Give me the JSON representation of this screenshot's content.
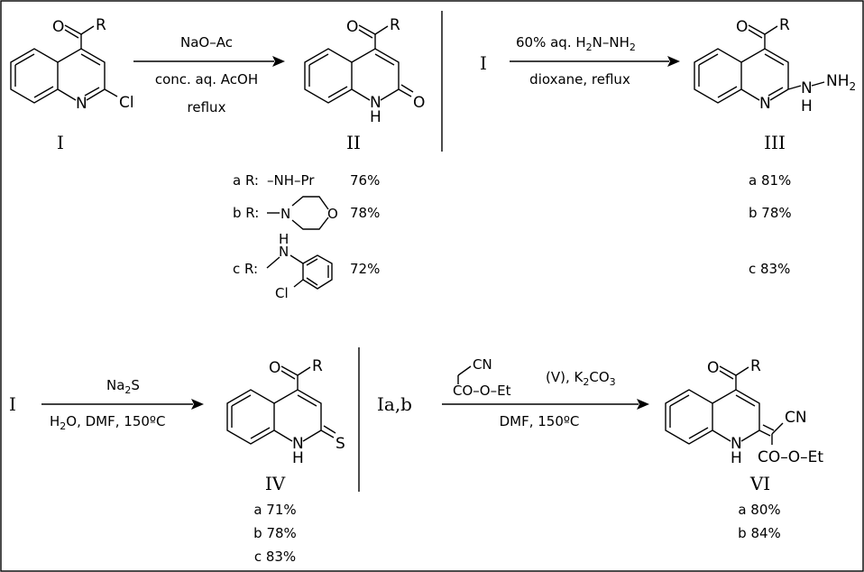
{
  "top_left": {
    "compound_I": {
      "label": "I",
      "R": "R",
      "O": "O",
      "N": "N",
      "Cl": "Cl"
    },
    "reagent_1": "NaO–Ac",
    "conditions_1": "conc. aq. AcOH",
    "conditions_1b": "reflux",
    "compound_II": {
      "label": "II",
      "R": "R",
      "O": "O",
      "ring_O": "O",
      "NH": "N",
      "H": "H"
    }
  },
  "top_right": {
    "start_label": "I",
    "reagent": "60% aq. H",
    "reagent_sub2": "2",
    "reagent_hydrazine": "N–NH",
    "conditions": "dioxane,  reflux",
    "compound_III": {
      "label": "III",
      "R": "R",
      "O": "O",
      "N": "N",
      "NH": "N",
      "H": "H",
      "NH2": "NH",
      "sub2": "2"
    }
  },
  "r_groups": {
    "a_prefix": "a R:",
    "a_group": "–NH–Pr",
    "a_yield": "76%",
    "b_prefix": "b R:",
    "b_N": "N",
    "b_O": "O",
    "b_yield": "78%",
    "c_prefix": "c R:",
    "c_N": "N",
    "c_H": "H",
    "c_Cl": "Cl",
    "c_yield": "72%"
  },
  "yields_III": [
    "a 81%",
    "b 78%",
    "c 83%"
  ],
  "bottom_left": {
    "start_label": "I",
    "reagent": "Na",
    "reagent_sub": "2",
    "reagent_S": "S",
    "conditions": "H",
    "conditions_sub": "2",
    "conditions_rest": "O, DMF, 150ºC",
    "compound_IV": {
      "label": "IV",
      "R": "R",
      "O": "O",
      "S": "S",
      "N": "N",
      "H": "H"
    },
    "yields": [
      "a 71%",
      "b 78%",
      "c 83%"
    ]
  },
  "bottom_right": {
    "start_label": "Ia,b",
    "reagent_CN": "CN",
    "reagent_ester": "CO–O–Et",
    "reagent_V": "(V), K",
    "reagent_K_sub": "2",
    "reagent_CO": "CO",
    "reagent_CO_sub": "3",
    "conditions": "DMF,  150ºC",
    "compound_VI": {
      "label": "VI",
      "R": "R",
      "O": "O",
      "N": "N",
      "H": "H",
      "CN": "CN",
      "ester": "CO–O–Et"
    },
    "yields": [
      "a 80%",
      "b 84%"
    ]
  }
}
